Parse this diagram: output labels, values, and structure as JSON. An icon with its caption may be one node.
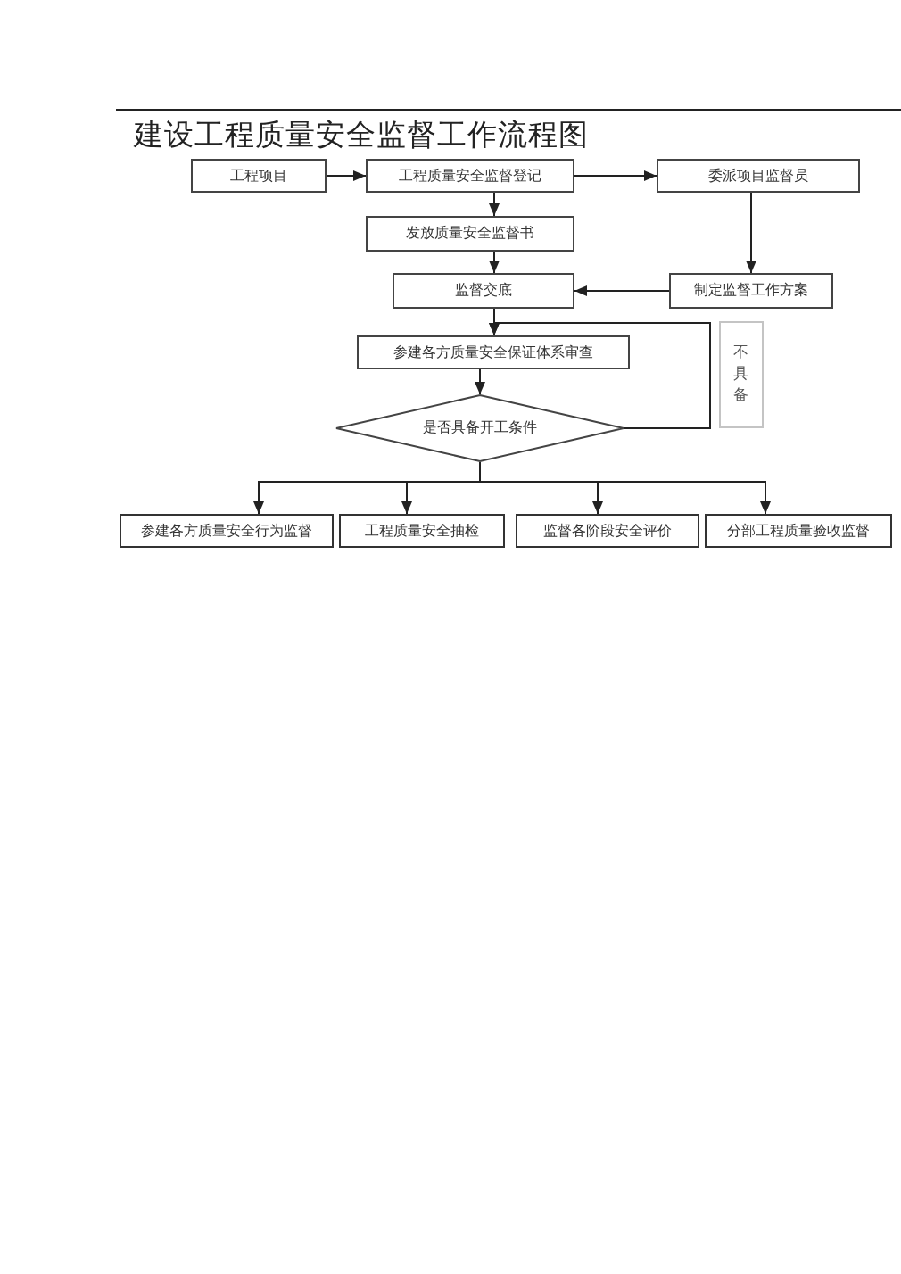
{
  "diagram": {
    "title": "建设工程质量安全监督工作流程图",
    "nodes": [
      {
        "text": [
          "工程项目"
        ]
      },
      {
        "text": [
          "工程质量安全监督登记"
        ]
      },
      {
        "text": [
          "委派项目监督员"
        ]
      },
      {
        "text": [
          "发放质量安全监督书"
        ]
      },
      {
        "text": [
          "监督交底"
        ]
      },
      {
        "text": [
          "制定监督工作方案"
        ]
      },
      {
        "text": [
          "参建各方质量安全保证体系审查"
        ]
      },
      {
        "text": [
          "是否具备开工条件"
        ]
      },
      {
        "text": [
          "不具备"
        ]
      },
      {
        "text": [
          "参建各方质量安全行为监督"
        ]
      },
      {
        "text": [
          "工程质量安全抽检"
        ]
      },
      {
        "text": [
          "监督各阶段安全评价"
        ]
      },
      {
        "text": [
          "分部工程质量验收监督"
        ]
      }
    ],
    "edges": [
      {
        "from": 0,
        "to": 1,
        "arrow": "to"
      },
      {
        "from": 1,
        "to": 2,
        "arrow": "to"
      },
      {
        "from": 1,
        "to": 3,
        "arrow": "to"
      },
      {
        "from": 2,
        "to": 5,
        "arrow": "to"
      },
      {
        "from": 3,
        "to": 4,
        "arrow": "to"
      },
      {
        "from": 5,
        "to": 4,
        "arrow": "to"
      },
      {
        "from": 4,
        "to": 6,
        "arrow": "to"
      },
      {
        "from": 6,
        "to": 7,
        "arrow": "to"
      },
      {
        "from": 7,
        "to": 6,
        "arrow": "to"
      },
      {
        "from": 7,
        "to": 9,
        "arrow": "to"
      },
      {
        "from": 7,
        "to": 10,
        "arrow": "to"
      },
      {
        "from": 7,
        "to": 11,
        "arrow": "to"
      },
      {
        "from": 7,
        "to": 12,
        "arrow": "to"
      }
    ]
  }
}
